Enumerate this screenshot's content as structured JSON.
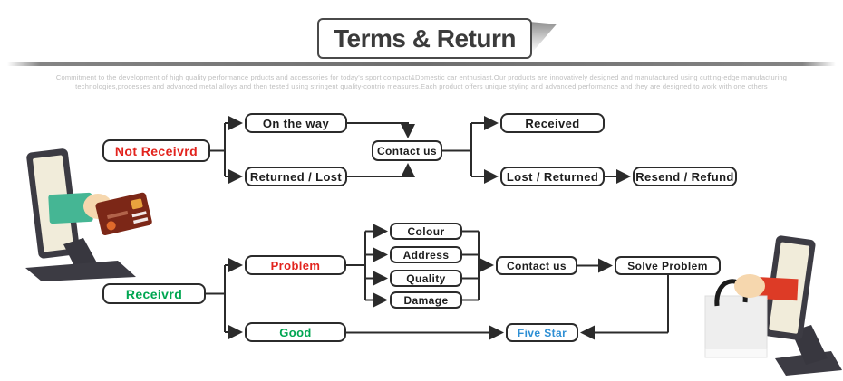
{
  "header": {
    "title": "Terms & Return",
    "tagline_line1": "Commitment to the development of high quality performance prducts and accessories for today's sport compact&Domestic car enthusiast.Our products are innovatively designed and manufactured using cutting-edge manufacturing",
    "tagline_line2": "technologies,processes and advanced metal alloys and then tested using stringent quality-contrio measures.Each  product offers unique styling and advanced performance and they are designed to work with one others"
  },
  "colors": {
    "red": "#e2231d",
    "green": "#00a651",
    "blue": "#2e8fd4",
    "line": "#2b2b2b"
  },
  "flow_not_received": {
    "root": "Not Receivrd",
    "on_the_way": "On the way",
    "returned_lost": "Returned / Lost",
    "contact_us": "Contact us",
    "received": "Received",
    "lost_returned": "Lost / Returned",
    "resend_refund": "Resend / Refund"
  },
  "flow_received": {
    "root": "Receivrd",
    "problem": "Problem",
    "good": "Good",
    "issues": [
      "Colour",
      "Address",
      "Quality",
      "Damage"
    ],
    "contact_us": "Contact us",
    "solve_problem": "Solve Problem",
    "five_star": "Five Star"
  },
  "illustrations": {
    "left": "monitor-hand-credit-card",
    "right": "monitor-hand-shopping-bag"
  }
}
